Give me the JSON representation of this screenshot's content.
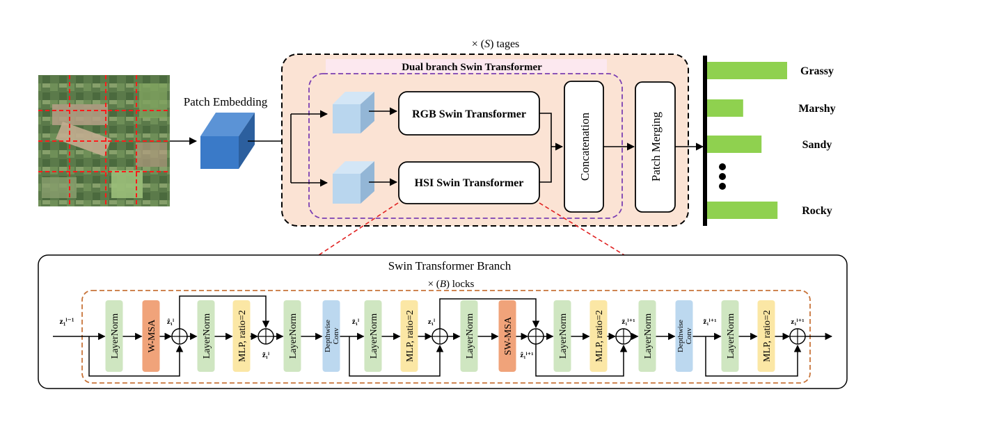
{
  "stages_label": "× (S) tages",
  "stages_symbol": "S",
  "dual_branch_title": "Dual branch Swin Transformer",
  "patch_embedding_label": "Patch Embedding",
  "rgb_branch_label": "RGB Swin Transformer",
  "hsi_branch_label": "HSI Swin Transformer",
  "concatenation_label": "Concatenation",
  "patch_merging_label": "Patch Merging",
  "classes": [
    {
      "label": "Grassy",
      "score": 1.0
    },
    {
      "label": "Marshy",
      "score": 0.45
    },
    {
      "label": "Sandy",
      "score": 0.68
    },
    {
      "label": "Rocky",
      "score": 0.88
    }
  ],
  "branch_panel": {
    "title": "Swin Transformer Branch",
    "blocks_label": "× (B) locks",
    "blocks_symbol": "B",
    "input_label": "z₁ˡ⁻¹",
    "output_label": "z₁ˡ⁺¹",
    "modules": [
      {
        "label": "LayerNorm",
        "kind": "norm"
      },
      {
        "label": "W-MSA",
        "kind": "msa"
      },
      {
        "label": "LayerNorm",
        "kind": "norm"
      },
      {
        "label": "MLP, ratio=2",
        "kind": "mlp"
      },
      {
        "label": "LayerNorm",
        "kind": "norm"
      },
      {
        "label": "Depthwise Conv",
        "kind": "conv"
      },
      {
        "label": "LayerNorm",
        "kind": "norm"
      },
      {
        "label": "MLP, ratio=2",
        "kind": "mlp"
      },
      {
        "label": "LayerNorm",
        "kind": "norm"
      },
      {
        "label": "SW-MSA",
        "kind": "msa"
      },
      {
        "label": "LayerNorm",
        "kind": "norm"
      },
      {
        "label": "MLP, ratio=2",
        "kind": "mlp"
      },
      {
        "label": "LayerNorm",
        "kind": "norm"
      },
      {
        "label": "Depthwise Conv",
        "kind": "conv"
      },
      {
        "label": "LayerNorm",
        "kind": "norm"
      },
      {
        "label": "MLP, ratio=2",
        "kind": "mlp"
      }
    ],
    "var_labels": [
      "ẑ₁ˡ",
      "z̃₁ˡ",
      "z̈₁ˡ",
      "z₁ˡ",
      "ẑ₁ˡ⁺¹",
      "z̃₁ˡ⁺¹",
      "z̈₁ˡ⁺¹",
      "z₁ˡ⁺¹"
    ]
  },
  "colors": {
    "norm": "#cfe6c1",
    "msa": "#f0a37a",
    "mlp": "#fbe7a5",
    "conv": "#bcd8ef",
    "bar": "#8fd14f",
    "stage_bg": "#fbe3d4",
    "title_bg": "#fce8ef",
    "purple": "#7b3fb3",
    "orange": "#c8743a",
    "red": "#e02020",
    "embed_blue": "#3a7ac8",
    "cube_light": "#b9d6ee"
  }
}
